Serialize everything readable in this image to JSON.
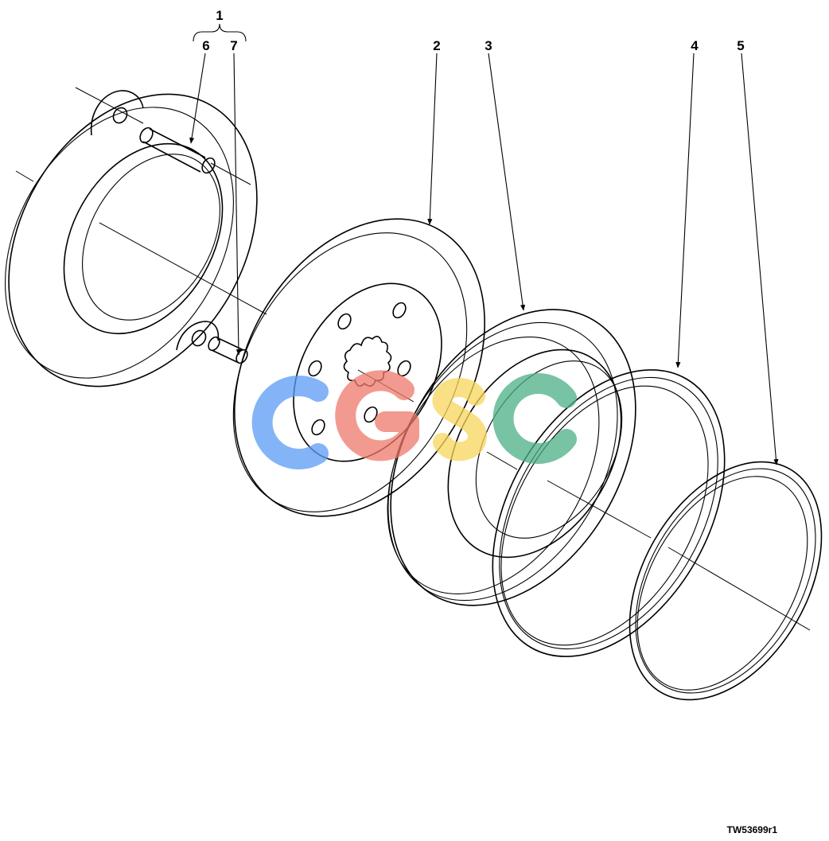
{
  "callouts": {
    "c1": "1",
    "c2": "2",
    "c3": "3",
    "c4": "4",
    "c5": "5",
    "c6": "6",
    "c7": "7"
  },
  "figure_id": "TW53699r1",
  "watermark": {
    "text": "CGSC",
    "colors": [
      "#5b9bf5",
      "#f0796b",
      "#f9d65c",
      "#4caf86"
    ]
  }
}
